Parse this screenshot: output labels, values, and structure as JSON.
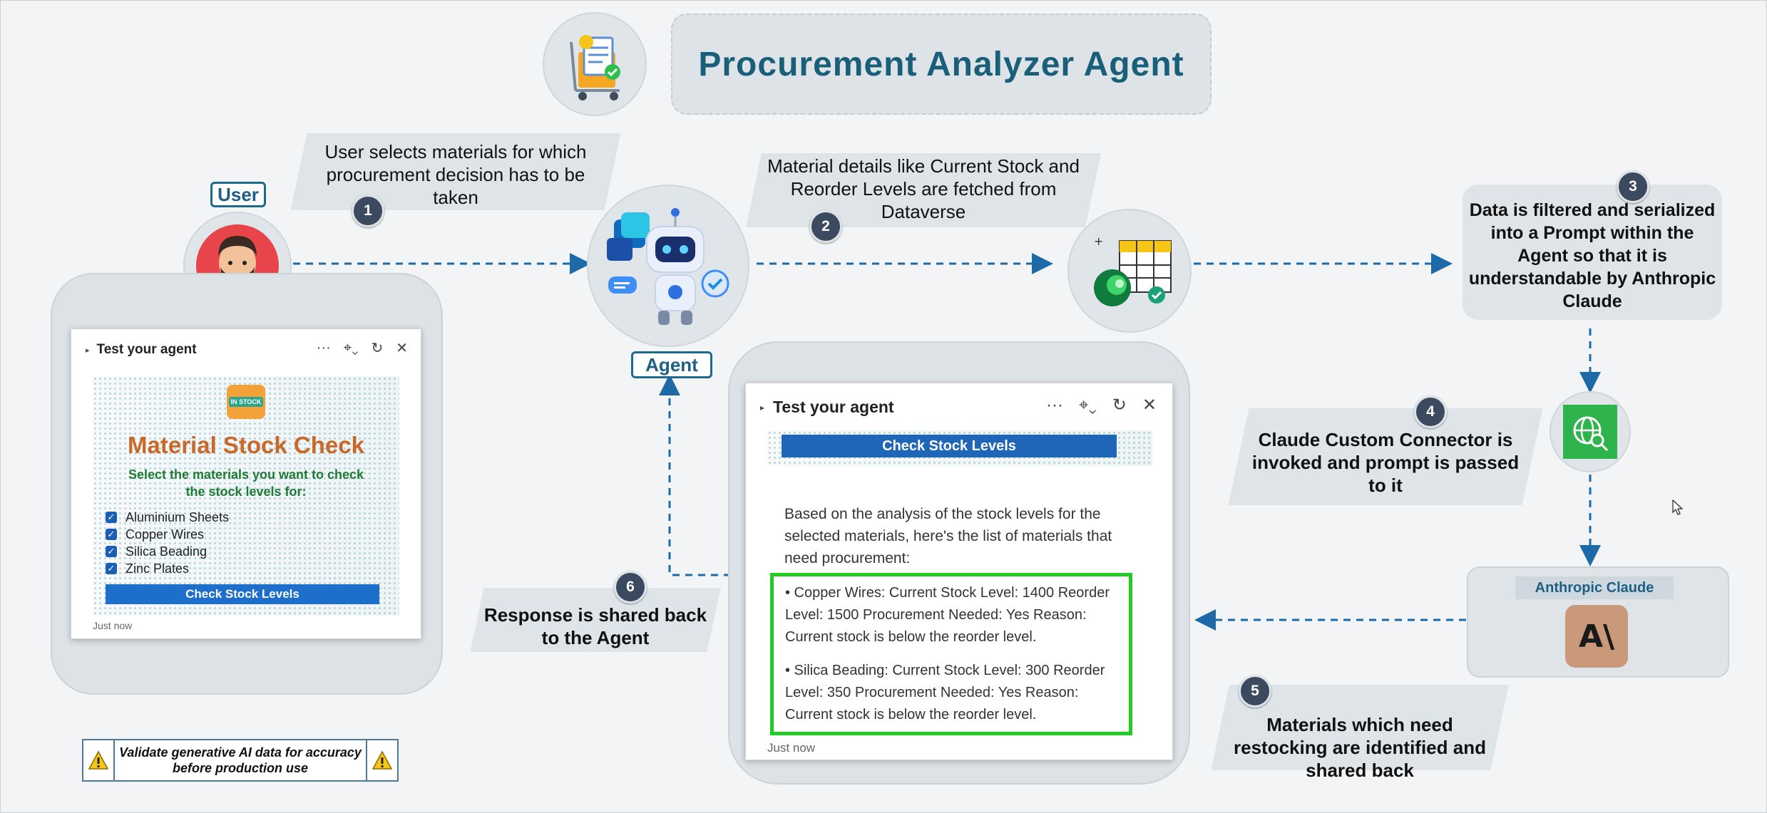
{
  "title": "Procurement Analyzer Agent",
  "labels": {
    "user": "User",
    "agent": "Agent"
  },
  "steps": [
    {
      "num": "1",
      "text": "User selects materials for which procurement decision has to be taken"
    },
    {
      "num": "2",
      "text": "Material details like Current Stock and Reorder Levels are fetched from Dataverse"
    },
    {
      "num": "3",
      "text": "Data is filtered and serialized into a Prompt within the Agent so that it is understandable by Anthropic Claude"
    },
    {
      "num": "4",
      "text": "Claude Custom Connector is invoked and prompt is passed to it"
    },
    {
      "num": "5",
      "text": "Materials which need restocking are identified and shared back"
    },
    {
      "num": "6",
      "text": "Response is shared back to the Agent"
    }
  ],
  "left_window": {
    "title": "Test your agent",
    "stock_badge": "IN STOCK",
    "card_title": "Material Stock Check",
    "card_subtitle": "Select the materials you want to check the stock levels for:",
    "materials": [
      "Aluminium Sheets",
      "Copper Wires",
      "Silica Beading",
      "Zinc Plates"
    ],
    "button": "Check Stock Levels",
    "timestamp": "Just now"
  },
  "right_window": {
    "title": "Test your agent",
    "header_button": "Check Stock Levels",
    "intro": "Based on the analysis of the stock levels for the selected materials, here's the list of materials that need procurement:",
    "items": [
      "• Copper Wires: Current Stock Level: 1400 Reorder Level: 1500 Procurement Needed: Yes Reason: Current stock is below the reorder level.",
      "• Silica Beading: Current Stock Level: 300 Reorder Level: 350 Procurement Needed: Yes Reason: Current stock is below the reorder level."
    ],
    "timestamp": "Just now"
  },
  "claude": {
    "label": "Anthropic Claude",
    "logo_text": "A\\"
  },
  "disclaimer": "Validate generative AI data for accuracy before production use",
  "colors": {
    "title": "#1a5f7a",
    "badge": "#3b4a5f",
    "arrow": "#1d6aa8",
    "highlight": "#22cc22",
    "button": "#1e6fcc"
  }
}
